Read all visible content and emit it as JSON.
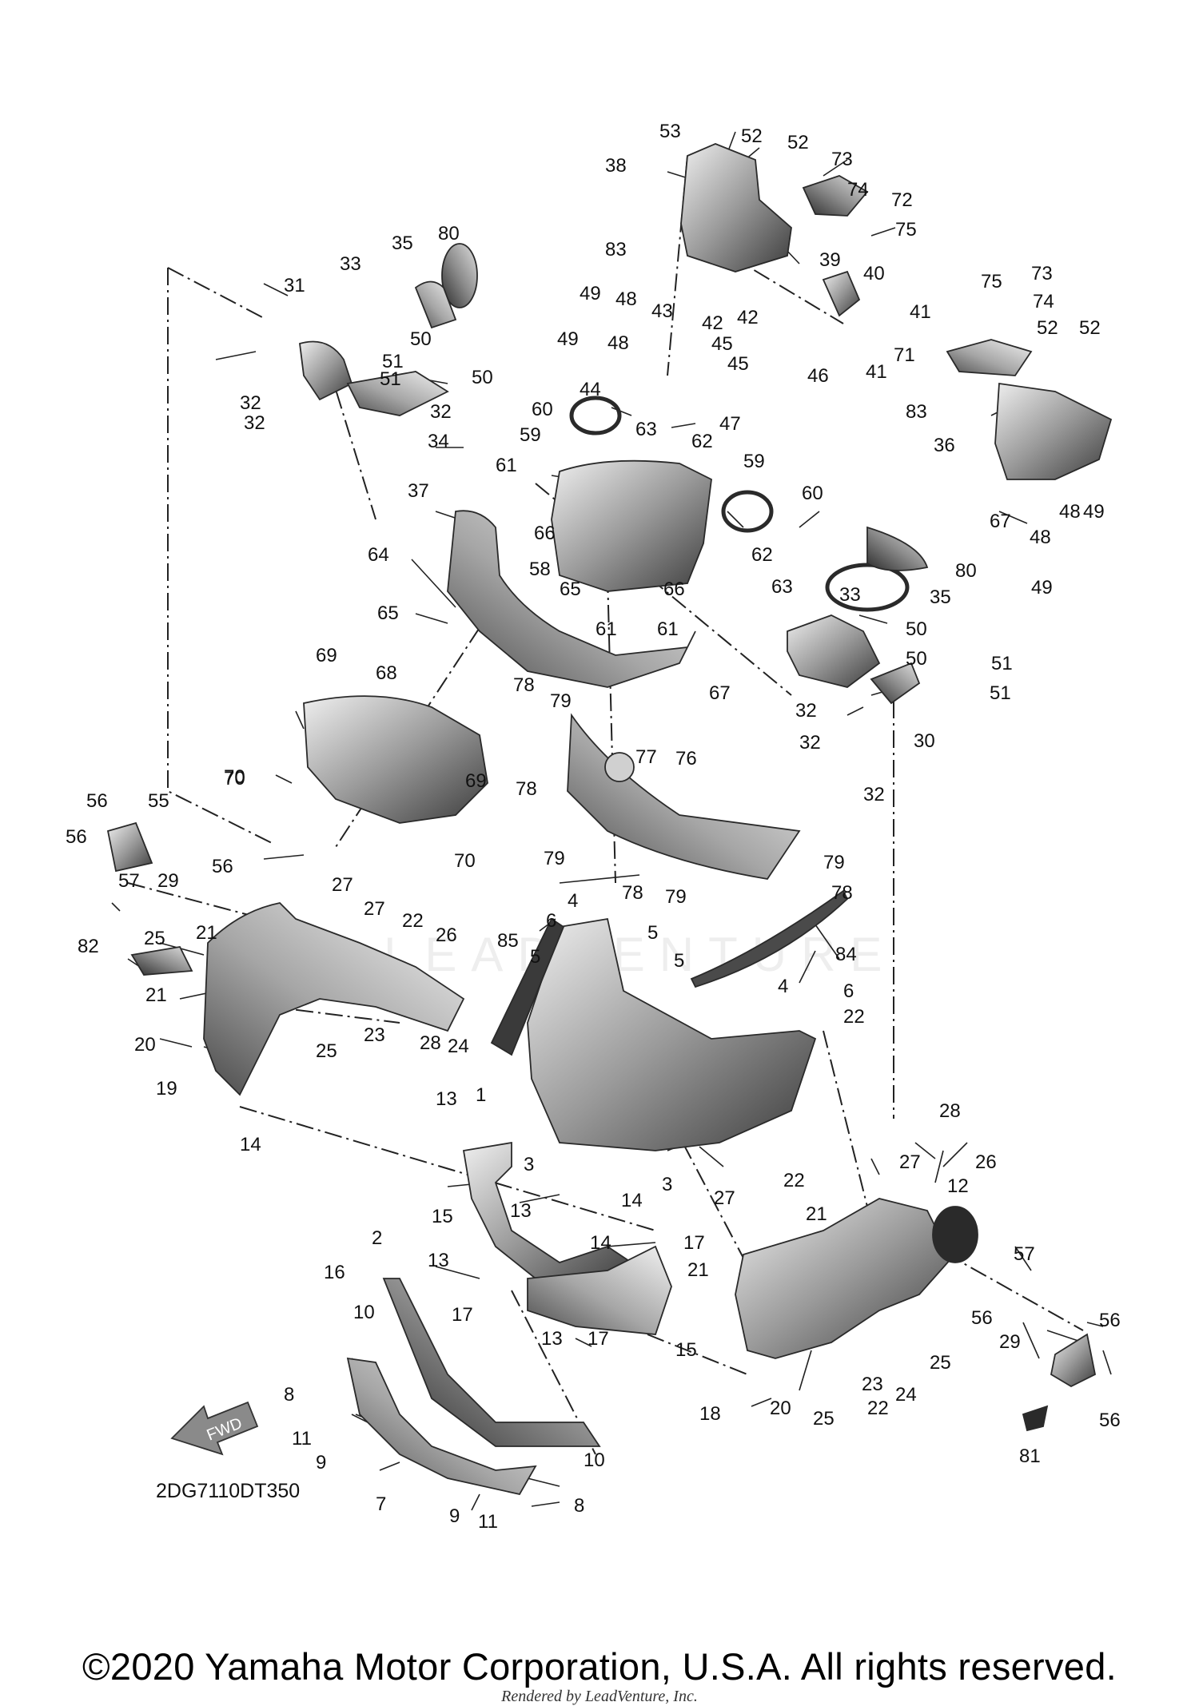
{
  "diagram": {
    "part_code": "2DG7110DT350",
    "fwd_label": "FWD",
    "watermark": "LEADVENTURE",
    "copyright": "©2020 Yamaha Motor Corporation, U.S.A. All rights reserved.",
    "rendered_by": "Rendered by LeadVenture, Inc.",
    "callouts": [
      "53",
      "52",
      "52",
      "73",
      "38",
      "74",
      "72",
      "75",
      "83",
      "39",
      "40",
      "73",
      "75",
      "74",
      "35",
      "80",
      "33",
      "31",
      "49",
      "48",
      "43",
      "42",
      "42",
      "41",
      "52",
      "52",
      "50",
      "49",
      "48",
      "45",
      "71",
      "51",
      "45",
      "50",
      "46",
      "41",
      "32",
      "51",
      "44",
      "47",
      "83",
      "32",
      "32",
      "60",
      "63",
      "34",
      "36",
      "59",
      "62",
      "59",
      "61",
      "60",
      "67",
      "37",
      "48",
      "49",
      "66",
      "64",
      "58",
      "62",
      "48",
      "49",
      "80",
      "63",
      "65",
      "65",
      "66",
      "33",
      "35",
      "61",
      "61",
      "50",
      "51",
      "50",
      "69",
      "68",
      "67",
      "51",
      "78",
      "79",
      "32",
      "70",
      "69",
      "77",
      "76",
      "30",
      "32",
      "70",
      "78",
      "32",
      "56",
      "55",
      "79",
      "56",
      "70",
      "79",
      "78",
      "56",
      "57",
      "29",
      "78",
      "79",
      "27",
      "27",
      "22",
      "4",
      "85",
      "21",
      "6",
      "84",
      "82",
      "25",
      "26",
      "5",
      "5",
      "5",
      "4",
      "21",
      "6",
      "22",
      "23",
      "28",
      "24",
      "25",
      "20",
      "19",
      "14",
      "13",
      "1",
      "3",
      "3",
      "27",
      "28",
      "27",
      "26",
      "22",
      "12",
      "15",
      "13",
      "21",
      "14",
      "14",
      "17",
      "2",
      "13",
      "16",
      "21",
      "57",
      "17",
      "13",
      "17",
      "15",
      "56",
      "10",
      "29",
      "56",
      "25",
      "8",
      "18",
      "20",
      "24",
      "23",
      "25",
      "22",
      "11",
      "56",
      "10",
      "9",
      "81",
      "7",
      "9",
      "11",
      "8"
    ]
  }
}
